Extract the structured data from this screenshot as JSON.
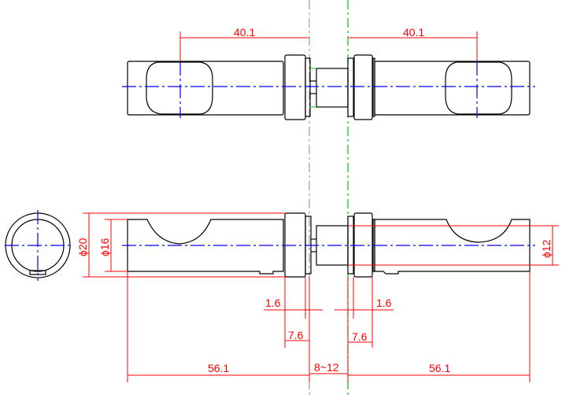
{
  "dimensions": {
    "top_left_offset": "40.1",
    "top_right_offset": "40.1",
    "dia_outer": "ϕ20",
    "dia_body": "ϕ16",
    "dia_shaft": "ϕ12",
    "left_ring": "1.6",
    "right_ring": "1.6",
    "left_collar": "7.6",
    "right_collar": "7.6",
    "left_length": "56.1",
    "right_length": "56.1",
    "gap": "8~12"
  },
  "colors": {
    "outline": "#000000",
    "dimension": "#ff0000",
    "centerline": "#0000ff",
    "reference": "#00cc00"
  }
}
